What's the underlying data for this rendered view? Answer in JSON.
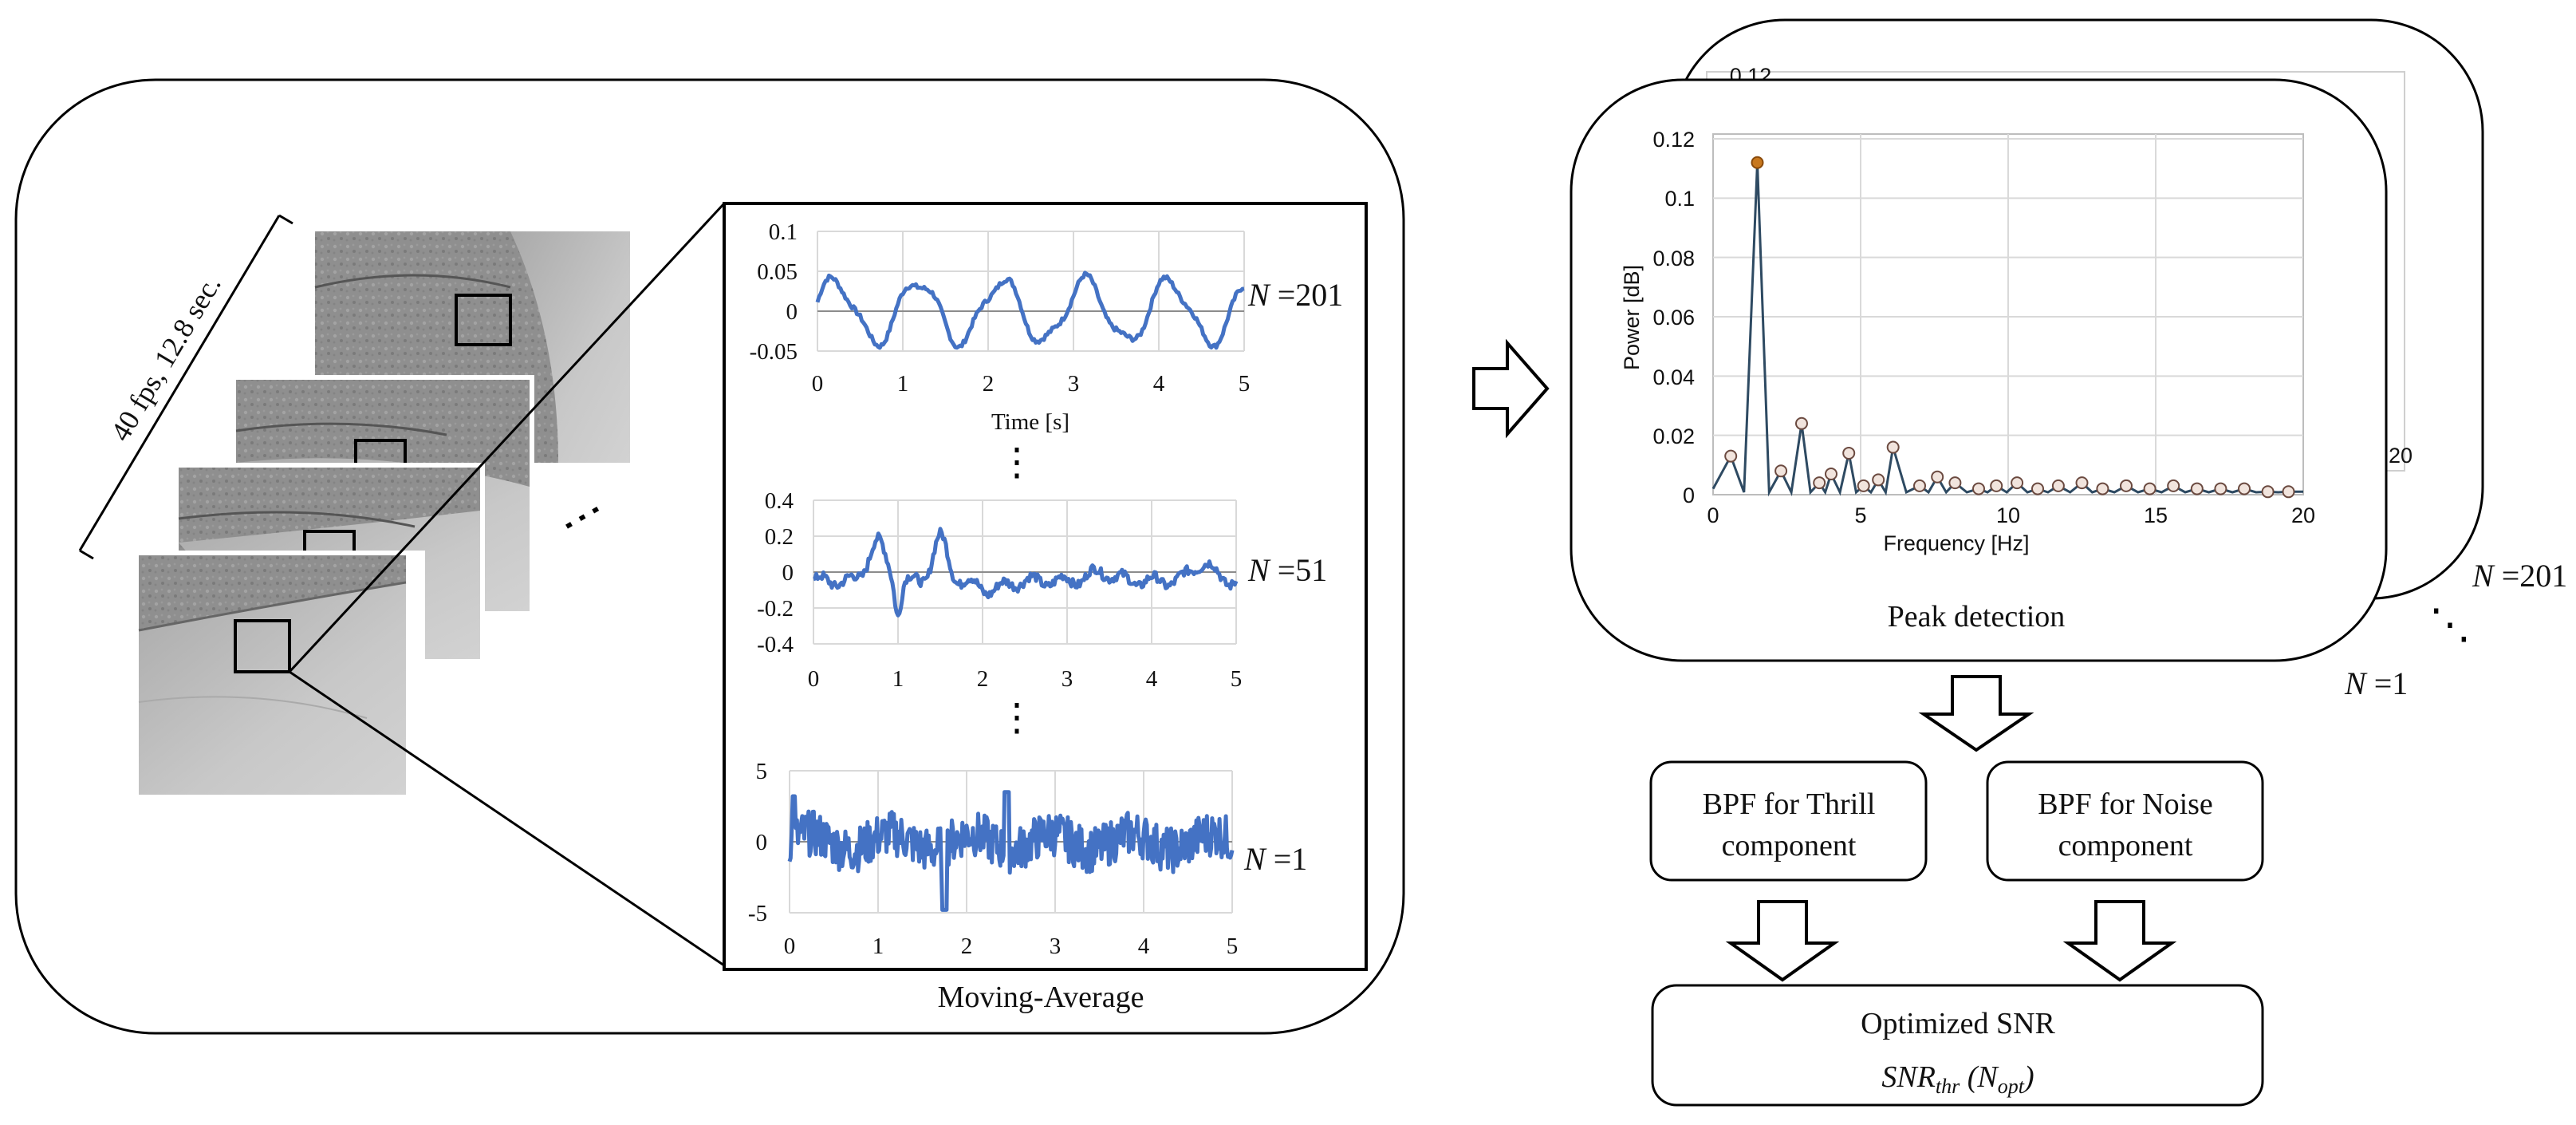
{
  "left_panel": {
    "frames_label": "40 fps, 12.8 sec.",
    "ellipsis": "⋮",
    "caption": "Moving-Average",
    "plots": [
      {
        "n_label": "N =201",
        "y_ticks": [
          "0.1",
          "0.05",
          "0",
          "-0.05"
        ],
        "x_ticks": [
          "0",
          "1",
          "2",
          "3",
          "4",
          "5"
        ],
        "xlabel": "Time [s]"
      },
      {
        "n_label": "N =51",
        "y_ticks": [
          "0.4",
          "0.2",
          "0",
          "-0.2",
          "-0.4"
        ],
        "x_ticks": [
          "0",
          "1",
          "2",
          "3",
          "4",
          "5"
        ]
      },
      {
        "n_label": "N =1",
        "y_ticks": [
          "5",
          "0",
          "-5"
        ],
        "x_ticks": [
          "0",
          "1",
          "2",
          "3",
          "4",
          "5"
        ]
      }
    ],
    "dots_between_1": "⋮",
    "dots_between_2": "⋮"
  },
  "right_panel": {
    "caption": "Peak detection",
    "front_n_label": "N =1",
    "back_n_label": "N =201",
    "back_tick_top": "0.12",
    "back_tick_right": "20",
    "ellipsis": "⋱",
    "spectrum": {
      "ylabel": "Power [dB]",
      "xlabel": "Frequency [Hz]",
      "y_ticks": [
        "0.12",
        "0.1",
        "0.08",
        "0.06",
        "0.04",
        "0.02",
        "0"
      ],
      "x_ticks": [
        "0",
        "5",
        "10",
        "15",
        "20"
      ]
    }
  },
  "flow": {
    "bpf_thrill": [
      "BPF for Thrill",
      "component"
    ],
    "bpf_noise": [
      "BPF for Noise",
      "component"
    ],
    "optimized": "Optimized SNR",
    "snr_main": "SNR",
    "snr_sub": "thr",
    "snr_open": " (N",
    "snr_sub2": "opt",
    "snr_close": ")"
  },
  "chart_data": [
    {
      "type": "line",
      "title": "",
      "series": [
        {
          "name": "N =201",
          "values": []
        }
      ],
      "x": [
        0,
        5
      ],
      "xlabel": "Time [s]",
      "ylabel": "",
      "xlim": [
        0,
        5
      ],
      "ylim": [
        -0.05,
        0.1
      ],
      "note": "quasi-periodic pulse signal, ~5 cycles over 5 s, amplitude about ±0.04"
    },
    {
      "type": "line",
      "title": "",
      "series": [
        {
          "name": "N =51",
          "values": []
        }
      ],
      "xlim": [
        0,
        5
      ],
      "ylim": [
        -0.4,
        0.4
      ]
    },
    {
      "type": "line",
      "title": "",
      "series": [
        {
          "name": "N =1",
          "values": []
        }
      ],
      "xlim": [
        0,
        5
      ],
      "ylim": [
        -5,
        5
      ]
    },
    {
      "type": "line",
      "title": "",
      "xlabel": "Frequency [Hz]",
      "ylabel": "Power [dB]",
      "xlim": [
        0,
        20
      ],
      "ylim": [
        0,
        0.12
      ],
      "peaks": [
        {
          "x": 0.6,
          "y": 0.013
        },
        {
          "x": 1.5,
          "y": 0.112,
          "highlight": true
        },
        {
          "x": 2.3,
          "y": 0.008
        },
        {
          "x": 3.0,
          "y": 0.024
        },
        {
          "x": 3.6,
          "y": 0.004
        },
        {
          "x": 4.0,
          "y": 0.007
        },
        {
          "x": 4.6,
          "y": 0.014
        },
        {
          "x": 5.1,
          "y": 0.003
        },
        {
          "x": 5.6,
          "y": 0.005
        },
        {
          "x": 6.1,
          "y": 0.016
        },
        {
          "x": 7.0,
          "y": 0.003
        },
        {
          "x": 7.6,
          "y": 0.006
        },
        {
          "x": 8.2,
          "y": 0.004
        },
        {
          "x": 9.0,
          "y": 0.002
        },
        {
          "x": 9.6,
          "y": 0.003
        },
        {
          "x": 10.3,
          "y": 0.004
        },
        {
          "x": 11.0,
          "y": 0.002
        },
        {
          "x": 11.7,
          "y": 0.003
        },
        {
          "x": 12.5,
          "y": 0.004
        },
        {
          "x": 13.2,
          "y": 0.002
        },
        {
          "x": 14.0,
          "y": 0.003
        },
        {
          "x": 14.8,
          "y": 0.002
        },
        {
          "x": 15.6,
          "y": 0.003
        },
        {
          "x": 16.4,
          "y": 0.002
        },
        {
          "x": 17.2,
          "y": 0.002
        },
        {
          "x": 18.0,
          "y": 0.002
        },
        {
          "x": 18.8,
          "y": 0.001
        },
        {
          "x": 19.5,
          "y": 0.001
        }
      ]
    }
  ]
}
